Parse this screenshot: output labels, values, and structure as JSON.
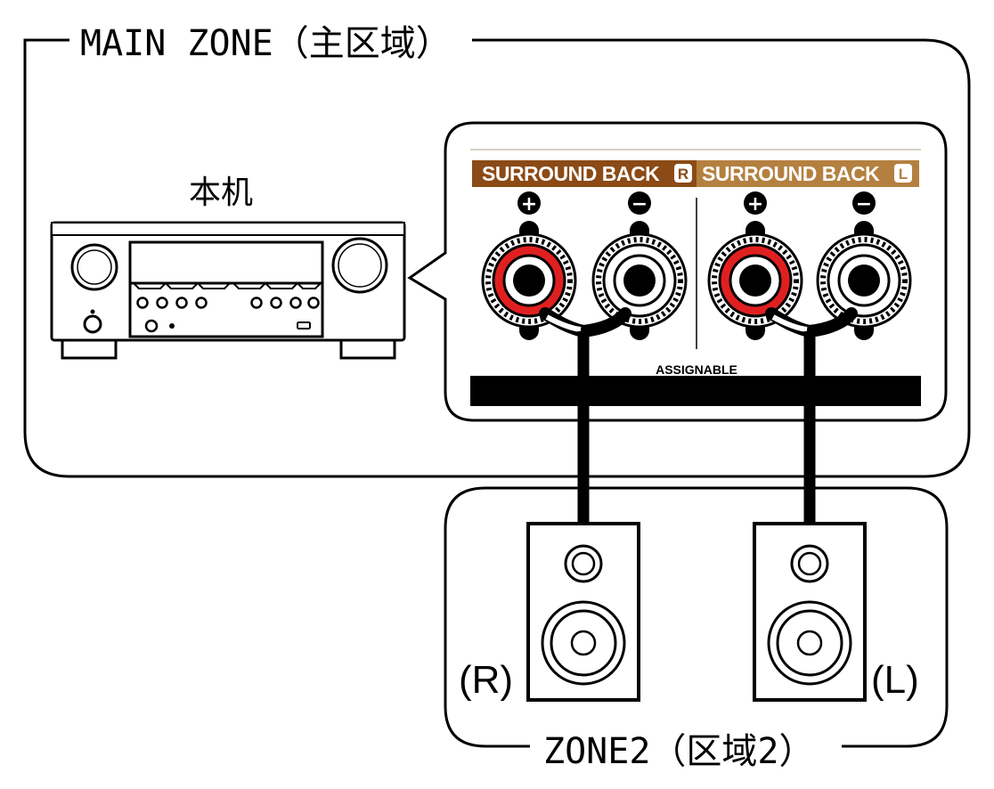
{
  "main_zone": {
    "title": "MAIN ZONE（主区域）"
  },
  "zone2": {
    "title": "ZONE2（区域2）"
  },
  "unit": {
    "label": "本机"
  },
  "terminals": {
    "right": {
      "label": "SURROUND BACK",
      "badge": "R",
      "color": "#8b4a16"
    },
    "left": {
      "label": "SURROUND BACK",
      "badge": "L",
      "color": "#b48040"
    },
    "assignable": "ASSIGNABLE"
  },
  "polarity": {
    "plus": "+",
    "minus": "−"
  },
  "speakers": {
    "right": {
      "label": "(R)"
    },
    "left": {
      "label": "(L)"
    }
  }
}
